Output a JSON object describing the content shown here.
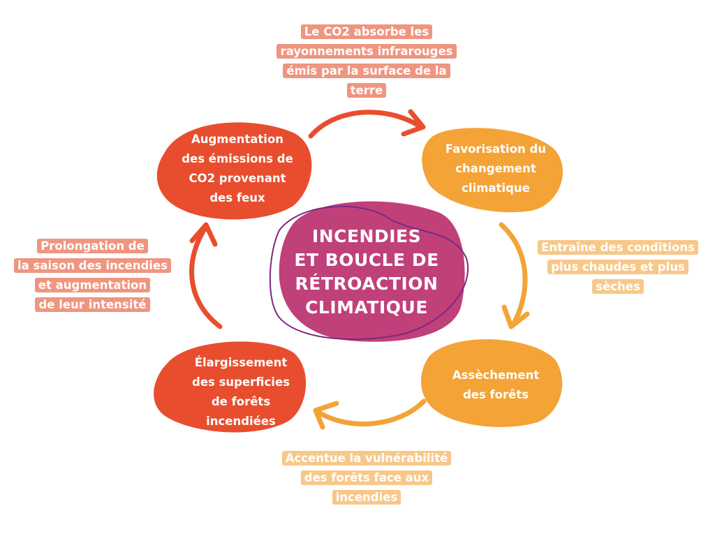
{
  "colors": {
    "red": "#E84E2E",
    "orange": "#F4A336",
    "salmon": "#EF9580",
    "peach": "#F7C88A",
    "magenta": "#C0407A",
    "purple": "#7A2A80"
  },
  "center": {
    "lines": [
      "INCENDIES",
      "ET BOUCLE DE",
      "RÉTROACTION",
      "CLIMATIQUE"
    ]
  },
  "nodes": {
    "emissions": [
      "Augmentation",
      "des émissions de",
      "CO2 provenant",
      "des feux"
    ],
    "changement": [
      "Favorisation du",
      "changement",
      "climatique"
    ],
    "assechement": [
      "Assèchement",
      "des forêts"
    ],
    "elargissement": [
      "Élargissement",
      "des superficies",
      "de forêts",
      "incendiées"
    ]
  },
  "labels": {
    "top": [
      "Le CO2 absorbe les",
      "rayonnements infrarouges",
      "émis par la surface de la",
      "terre"
    ],
    "right": [
      "Entraîne des conditions",
      "plus chaudes et plus",
      "sèches"
    ],
    "bottom": [
      "Accentue  la vulnérabilité",
      "des forêts face aux",
      "incendies"
    ],
    "left": [
      "Prolongation de",
      "la saison des incendies",
      "et augmentation",
      "de leur intensité"
    ]
  }
}
